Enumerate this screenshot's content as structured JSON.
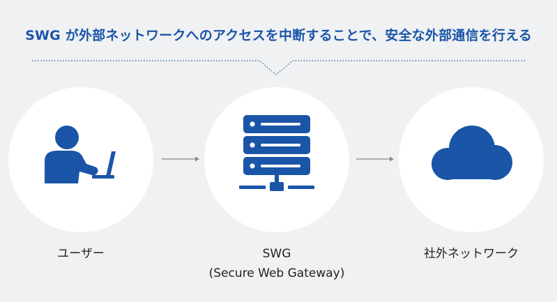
{
  "headline": "SWG が外部ネットワークへのアクセスを中断することで、安全な外部通信を行える",
  "nodes": [
    {
      "icon": "user-at-laptop-icon",
      "label": "ユーザー"
    },
    {
      "icon": "server-network-icon",
      "label": "SWG",
      "sublabel": "(Secure Web Gateway)"
    },
    {
      "icon": "cloud-icon",
      "label": "社外ネットワーク"
    }
  ],
  "colors": {
    "accent": "#1a55a8",
    "background": "#f0f1f3",
    "circle": "#ffffff",
    "arrow": "#8a8a8a",
    "text": "#222222"
  }
}
